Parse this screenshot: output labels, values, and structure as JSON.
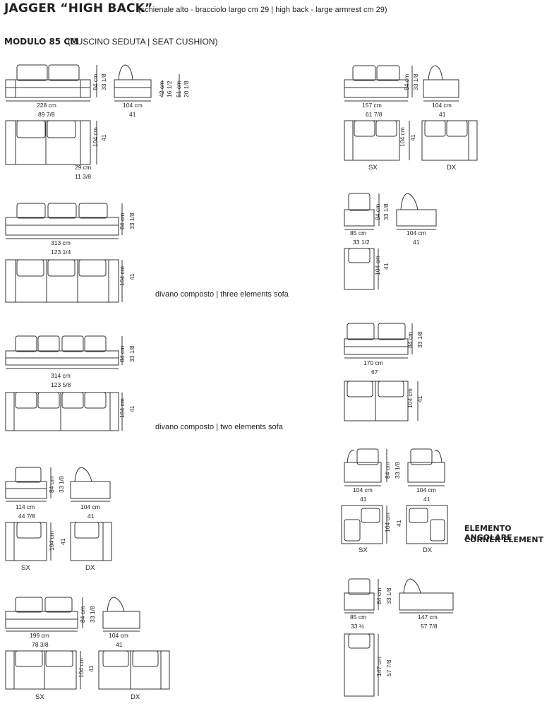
{
  "header": {
    "title": "JAGGER “HIGH BACK”",
    "subtitle": "(schienale alto - bracciolo largo cm 29  |  high back - large armrest cm 29)",
    "module": "MODULO 85 CM",
    "module_sub": "(CUSCINO SEDUTA  |  SEAT CUSHION)"
  },
  "captions": {
    "three_elements": "divano composto  |  three elements sofa",
    "two_elements": "divano composto  |  two elements sofa",
    "corner_it": "ELEMENTO ANGOLARE",
    "corner_en": "CORNER ELEMENT"
  },
  "dims": {
    "h84": "84 cm",
    "h33": "33 1/8",
    "d104": "104 cm",
    "d41": "41",
    "s42": "42 cm",
    "s16": "16 1/2",
    "s51": "51 cm",
    "s20": "20 1/8",
    "w228": "228 cm",
    "w228i": "89 7/8",
    "arm29": "29 cm",
    "arm29i": "11 3/8",
    "w157": "157 cm",
    "w157i": "61 7/8",
    "w313": "313 cm",
    "w313i": "123 1/4",
    "w85": "85 cm",
    "w85i": "33 1/2",
    "w314": "314 cm",
    "w314i": "123 5/8",
    "w170": "170 cm",
    "w170i": "67",
    "w114": "114 cm",
    "w114i": "44 7/8",
    "w199": "199 cm",
    "w199i": "78 3/8",
    "w147": "147 cm",
    "w147i": "57 7/8",
    "h33b": "33 ½"
  },
  "labels": {
    "sx": "SX",
    "dx": "DX"
  }
}
